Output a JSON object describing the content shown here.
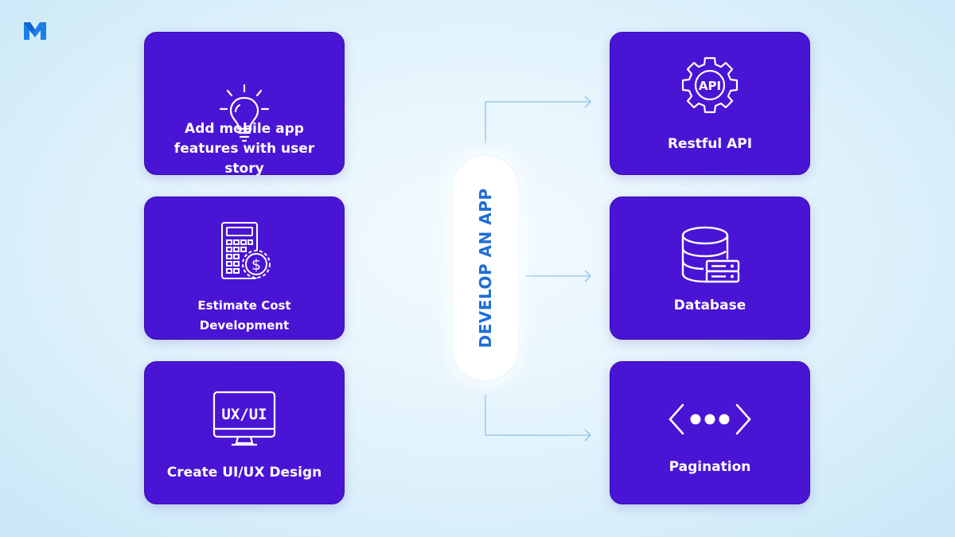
{
  "colors": {
    "card": "#4a14d4",
    "accent_blue": "#1f6ed4",
    "connector": "#8fc3e6",
    "logo": "#1a7fe8"
  },
  "center": {
    "label": "DEVELOP AN APP"
  },
  "left_cards": [
    {
      "icon": "lightbulb-icon",
      "line1": "Add mobile app",
      "line2": "features with user story"
    },
    {
      "icon": "calculator-dollar-icon",
      "line1": "Estimate Cost  Development"
    },
    {
      "icon": "ux-ui-monitor-icon",
      "icon_text": "UX/UI",
      "line1": "Create UI/UX Design"
    }
  ],
  "right_cards": [
    {
      "icon": "api-gear-icon",
      "icon_text": "API",
      "line1": "Restful API"
    },
    {
      "icon": "database-icon",
      "line1": "Database"
    },
    {
      "icon": "pagination-dots-icon",
      "line1": "Pagination"
    }
  ]
}
